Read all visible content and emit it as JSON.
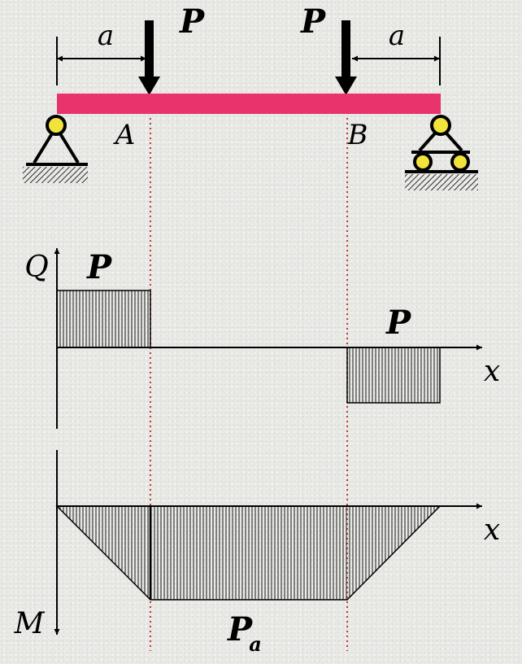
{
  "labels": {
    "dim_left": "a",
    "dim_right": "a",
    "load_left": "P",
    "load_right": "P",
    "point_a": "A",
    "point_b": "B",
    "shear_axis": "Q",
    "shear_x_axis": "x",
    "shear_positive_value": "P",
    "shear_negative_value": "P",
    "moment_axis": "M",
    "moment_x_axis": "x",
    "moment_value_main": "P",
    "moment_value_sub": "a"
  },
  "colors": {
    "beam": "#e8336c",
    "guide_lines": "#c0392b",
    "ink": "#000000",
    "support_pin": "#f2e33a"
  }
}
